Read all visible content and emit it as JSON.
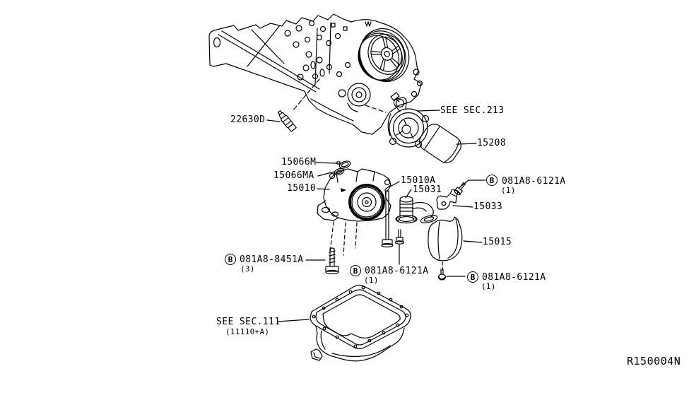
{
  "figure": {
    "ref_code": "R150004N",
    "background": "#ffffff",
    "line_color": "#000000"
  },
  "callouts": {
    "sensor": {
      "label": "22630D"
    },
    "sec213": {
      "label": "SEE SEC.213"
    },
    "oil_filter": {
      "label": "15208"
    },
    "oring_upper": {
      "label": "15066M"
    },
    "oring_lower": {
      "label": "15066MA"
    },
    "oil_pump": {
      "label": "15010"
    },
    "pump_bolt": {
      "label": "15010A"
    },
    "strainer": {
      "label": "15031"
    },
    "bracket": {
      "label": "15033"
    },
    "baffle": {
      "label": "15015"
    },
    "bolt_b6121_upper": {
      "prefix": "B",
      "label": "081A8-6121A",
      "qty": "(1)"
    },
    "bolt_b8451": {
      "prefix": "B",
      "label": "081A8-8451A",
      "qty": "(3)"
    },
    "bolt_b6121_mid": {
      "prefix": "B",
      "label": "081A8-6121A",
      "qty": "(1)"
    },
    "bolt_b6121_right": {
      "prefix": "B",
      "label": "081A8-6121A",
      "qty": "(1)"
    },
    "sec111": {
      "label": "SEE SEC.111",
      "sub": "(11110+A)"
    }
  }
}
